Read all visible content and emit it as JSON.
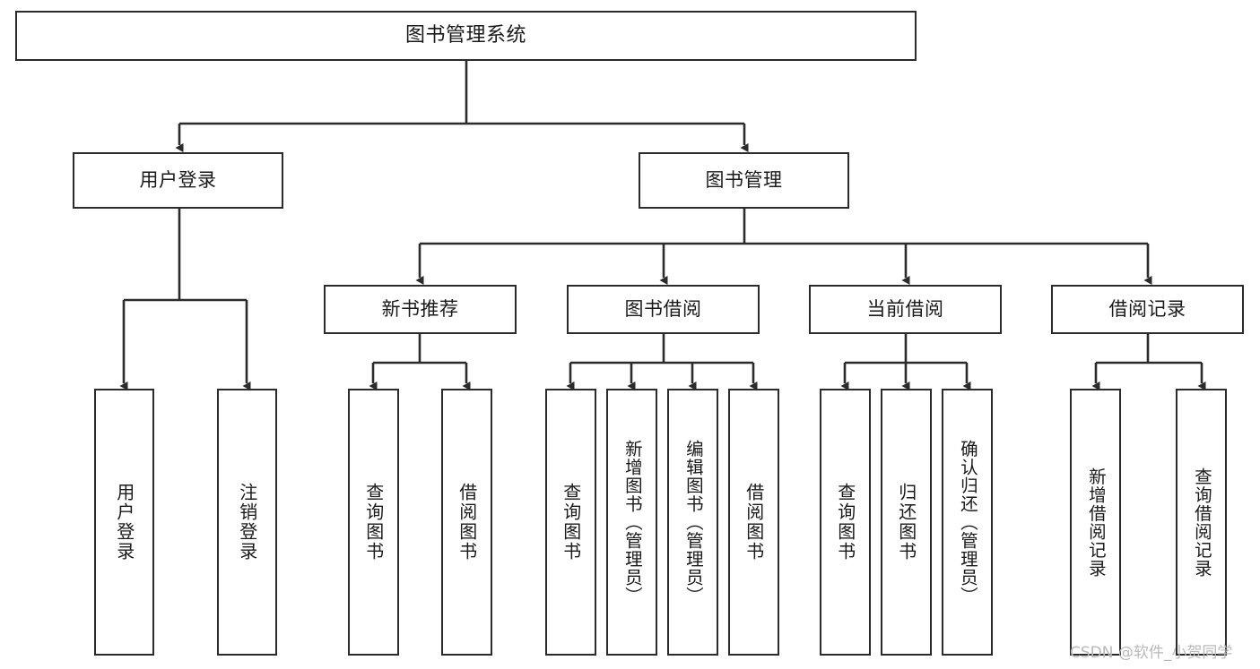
{
  "diagram": {
    "title": "图书管理系统",
    "type": "tree",
    "watermark": "CSDN @软件_小贺同学",
    "colors": {
      "box_border": "#2b2b2b",
      "box_fill": "#ffffff",
      "edge": "#2b2b2b",
      "text": "#1a1a1a",
      "watermark": "#b9b9b9"
    },
    "nodes": {
      "root": {
        "label": "图书管理系统",
        "level": 0
      },
      "user_login": {
        "label": "用户登录",
        "level": 1
      },
      "book_manage": {
        "label": "图书管理",
        "level": 1
      },
      "new_book_rec": {
        "label": "新书推荐",
        "level": 2
      },
      "book_borrow": {
        "label": "图书借阅",
        "level": 2
      },
      "current_borrow": {
        "label": "当前借阅",
        "level": 2
      },
      "borrow_record": {
        "label": "借阅记录",
        "level": 2
      },
      "leaf_user_login": {
        "label": "用户登录",
        "level": 3
      },
      "leaf_logout_login": {
        "label": "注销登录",
        "level": 3
      },
      "leaf_query_book_a": {
        "label": "查询图书",
        "level": 3
      },
      "leaf_borrow_book_a": {
        "label": "借阅图书",
        "level": 3
      },
      "leaf_query_book_b": {
        "label": "查询图书",
        "level": 3
      },
      "leaf_add_book": {
        "label": "新增图书（管理员）",
        "level": 3
      },
      "leaf_edit_book": {
        "label": "编辑图书（管理员）",
        "level": 3
      },
      "leaf_borrow_book_b": {
        "label": "借阅图书",
        "level": 3
      },
      "leaf_query_book_c": {
        "label": "查询图书",
        "level": 3
      },
      "leaf_return_book": {
        "label": "归还图书",
        "level": 3
      },
      "leaf_confirm_return": {
        "label": "确认归还（管理员）",
        "level": 3
      },
      "leaf_add_record": {
        "label": "新增借阅记录",
        "level": 3
      },
      "leaf_query_record": {
        "label": "查询借阅记录",
        "level": 3
      }
    },
    "edges": [
      {
        "from": "root",
        "to": "user_login"
      },
      {
        "from": "root",
        "to": "book_manage"
      },
      {
        "from": "user_login",
        "to": "leaf_user_login"
      },
      {
        "from": "user_login",
        "to": "leaf_logout_login"
      },
      {
        "from": "book_manage",
        "to": "new_book_rec"
      },
      {
        "from": "book_manage",
        "to": "book_borrow"
      },
      {
        "from": "book_manage",
        "to": "current_borrow"
      },
      {
        "from": "book_manage",
        "to": "borrow_record"
      },
      {
        "from": "new_book_rec",
        "to": "leaf_query_book_a"
      },
      {
        "from": "new_book_rec",
        "to": "leaf_borrow_book_a"
      },
      {
        "from": "book_borrow",
        "to": "leaf_query_book_b"
      },
      {
        "from": "book_borrow",
        "to": "leaf_add_book"
      },
      {
        "from": "book_borrow",
        "to": "leaf_edit_book"
      },
      {
        "from": "book_borrow",
        "to": "leaf_borrow_book_b"
      },
      {
        "from": "current_borrow",
        "to": "leaf_query_book_c"
      },
      {
        "from": "current_borrow",
        "to": "leaf_return_book"
      },
      {
        "from": "current_borrow",
        "to": "leaf_confirm_return"
      },
      {
        "from": "borrow_record",
        "to": "leaf_add_record"
      },
      {
        "from": "borrow_record",
        "to": "leaf_query_record"
      }
    ]
  }
}
